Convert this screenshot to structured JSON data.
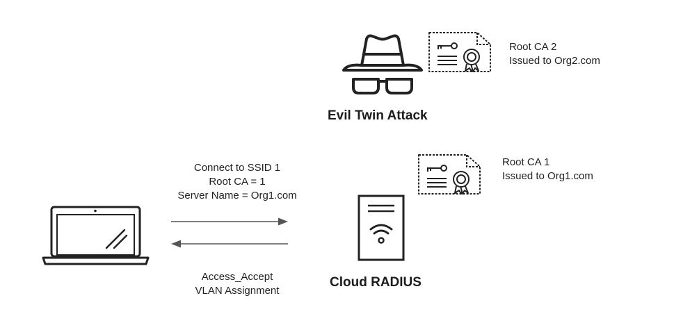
{
  "attacker": {
    "title": "Evil Twin Attack",
    "cert_line1": "Root CA 2",
    "cert_line2": "Issued to Org2.com"
  },
  "server": {
    "title": "Cloud RADIUS",
    "cert_line1": "Root CA 1",
    "cert_line2": "Issued to Org1.com"
  },
  "request": {
    "line1": "Connect to SSID 1",
    "line2": "Root CA = 1",
    "line3": "Server Name = Org1.com"
  },
  "response": {
    "line1": "Access_Accept",
    "line2": "VLAN Assignment"
  }
}
